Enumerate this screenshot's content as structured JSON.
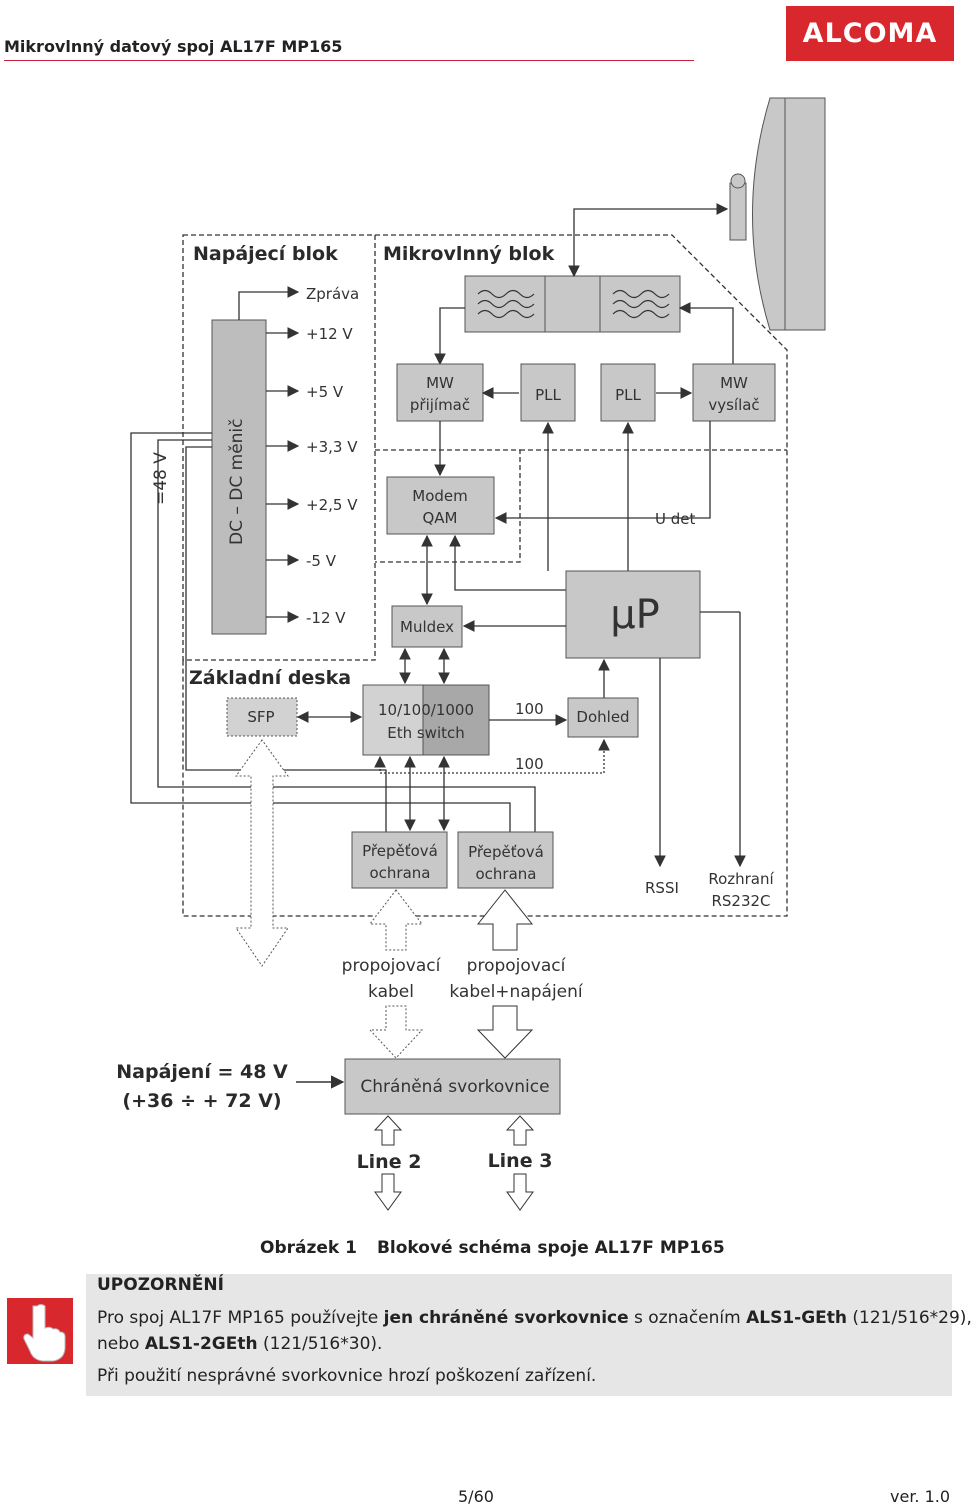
{
  "header": {
    "title": "Mikrovlnný datový spoj AL17F MP165",
    "logo": "ALCOMA"
  },
  "diagram": {
    "napajeci_blok": "Napájecí blok",
    "mikrovlnny_blok": "Mikrovlnný blok",
    "zakladni_deska": "Základní deska",
    "dc_dc": "DC – DC měnič",
    "input_48v": "=48 V",
    "rails": [
      "Zpráva",
      "+12 V",
      "+5 V",
      "+3,3 V",
      "+2,5 V",
      "-5 V",
      "-12 V"
    ],
    "mw_prijimac": [
      "MW",
      "přijímač"
    ],
    "pll1": "PLL",
    "pll2": "PLL",
    "mw_vysilac": [
      "MW",
      "vysílač"
    ],
    "modem": [
      "Modem",
      "QAM"
    ],
    "u_det": "U det",
    "up": "µP",
    "muldex": "Muldex",
    "sfp": "SFP",
    "eth_switch": [
      "10/100/1000",
      "Eth switch"
    ],
    "port_100_top": "100",
    "port_100_bottom": "100",
    "dohled": "Dohled",
    "prepetova1": [
      "Přepěťová",
      "ochrana"
    ],
    "prepetova2": [
      "Přepěťová",
      "ochrana"
    ],
    "rssi": "RSSI",
    "rozhrani": [
      "Rozhraní",
      "RS232C"
    ],
    "cable1": [
      "propojovací",
      "kabel"
    ],
    "cable2": [
      "propojovací",
      "kabel+napájení"
    ],
    "napajeni": [
      "Napájení = 48 V",
      "(+36 ÷ + 72 V)"
    ],
    "svorkovnice": "Chráněná svorkovnice",
    "line2": "Line 2",
    "line3": "Line 3"
  },
  "caption": {
    "number": "Obrázek 1",
    "text": "Blokové schéma spoje AL17F MP165"
  },
  "warning": {
    "title": "UPOZORNĚNÍ",
    "l1_a": "Pro spoj AL17F MP165 používejte ",
    "l1_b": "jen chráněné svorkovnice",
    "l1_c": " s označením ",
    "l1_d": "ALS1-GEth",
    "l1_e": " (121/516*29),",
    "l2_a": "nebo ",
    "l2_b": "ALS1-2GEth",
    "l2_c": " (121/516*30).",
    "l3": "Při použití nesprávné svorkovnice hrozí poškození zařízení."
  },
  "footer": {
    "page": "5/60",
    "version": "ver. 1.0"
  }
}
